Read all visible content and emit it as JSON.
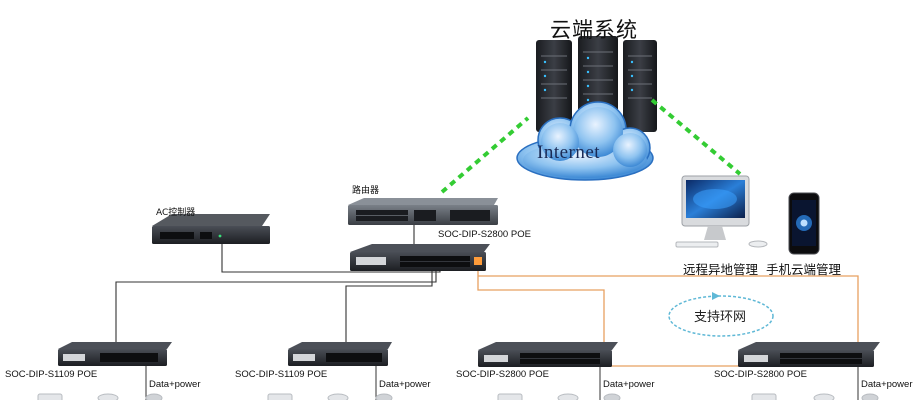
{
  "cloud": {
    "title": "云端系统",
    "internet_label": "Internet"
  },
  "router": {
    "label": "路由器"
  },
  "ac_controller": {
    "label": "AC控制器"
  },
  "core_switch": {
    "label": "SOC-DIP-S2800 POE"
  },
  "remote_management": {
    "label": "远程异地管理"
  },
  "mobile_management": {
    "label": "手机云端管理"
  },
  "ring_network": {
    "label": "支持环网"
  },
  "access_switches": [
    {
      "model": "SOC-DIP-S1109 POE",
      "link_label": "Data+power"
    },
    {
      "model": "SOC-DIP-S1109 POE",
      "link_label": "Data+power"
    },
    {
      "model": "SOC-DIP-S2800 POE",
      "link_label": "Data+power"
    },
    {
      "model": "SOC-DIP-S2800 POE",
      "link_label": "Data+power"
    }
  ],
  "colors": {
    "cloud_link": "#33cc33",
    "ring_link": "#e8a060",
    "wire": "#333333",
    "device_body": "#2a2d33",
    "cloud_blue": "#3d8fd9",
    "loop_arrow": "#5fb8d6"
  }
}
